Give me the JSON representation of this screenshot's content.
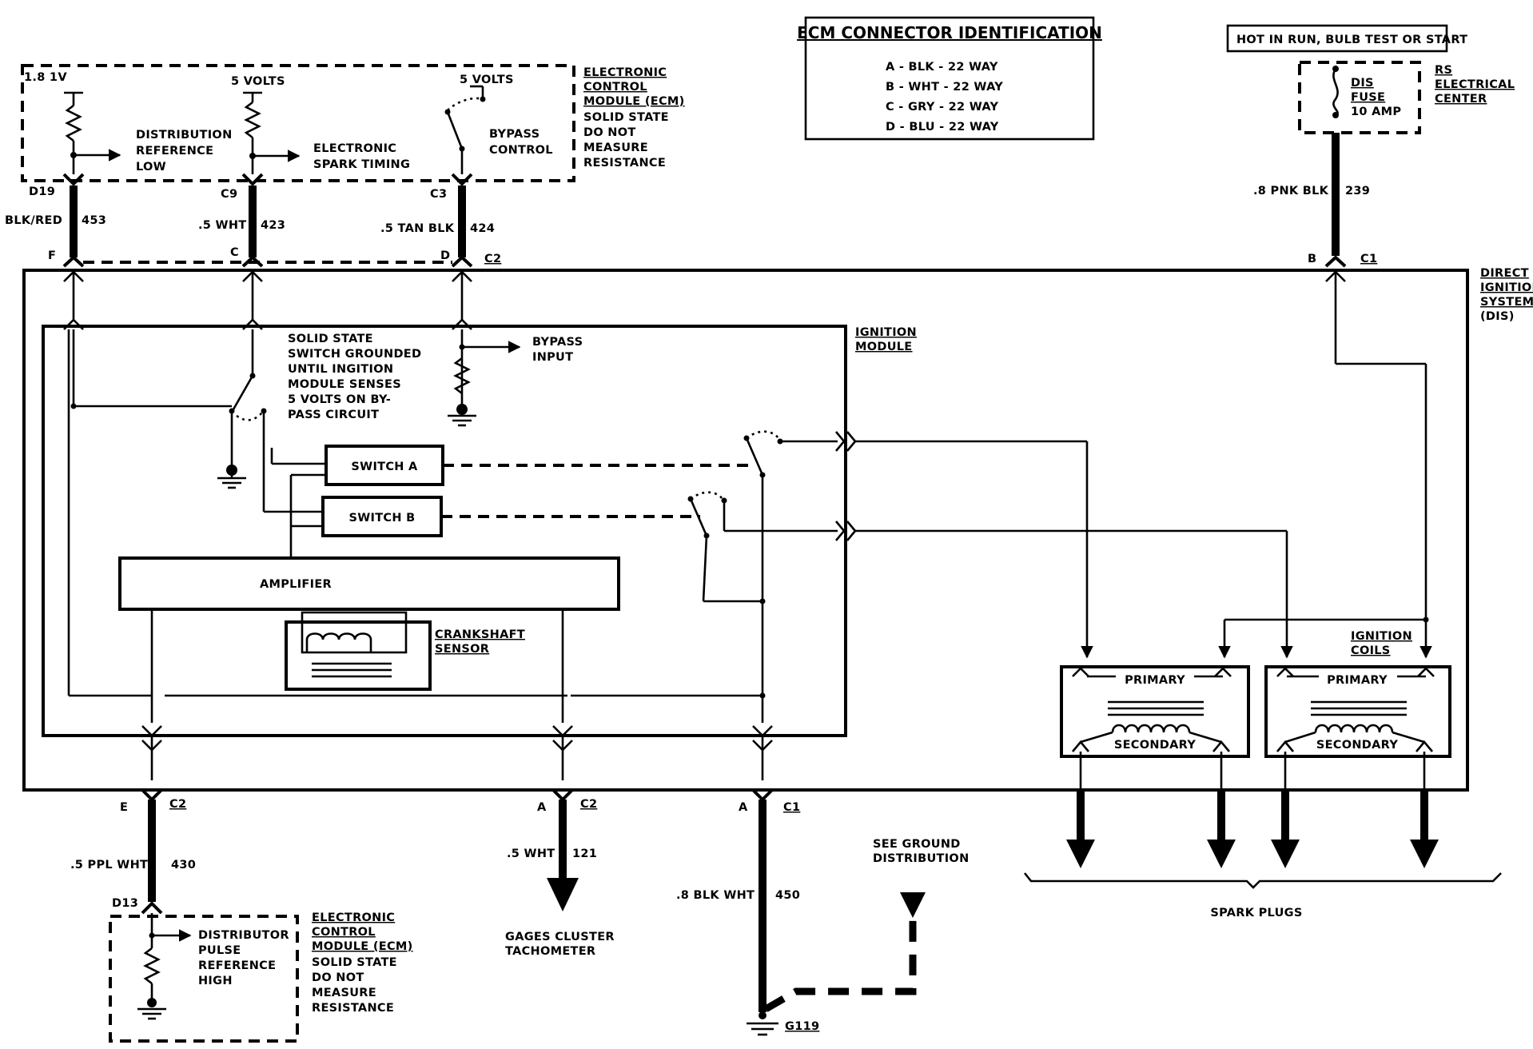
{
  "ecm_connector_id": {
    "title": "ECM CONNECTOR IDENTIFICATION",
    "entries": [
      "A - BLK - 22 WAY",
      "B - WHT - 22 WAY",
      "C - GRY - 22 WAY",
      "D - BLU - 22 WAY"
    ]
  },
  "hot_label": "HOT IN RUN, BULB TEST OR START",
  "fuse": {
    "lines": [
      "DIS",
      "FUSE",
      "10 AMP"
    ]
  },
  "rs_center": [
    "RS",
    "ELECTRICAL",
    "CENTER"
  ],
  "ecm_top": {
    "voltages": [
      "1.8 1V",
      "5 VOLTS",
      "5 VOLTS"
    ],
    "dist_ref_low": [
      "DISTRIBUTION",
      "REFERENCE",
      "LOW"
    ],
    "est": [
      "ELECTRONIC",
      "SPARK TIMING"
    ],
    "bypass_control": [
      "BYPASS",
      "CONTROL"
    ],
    "label": [
      "ELECTRONIC",
      "CONTROL",
      "MODULE (ECM)",
      "SOLID STATE",
      "DO NOT",
      "MEASURE",
      "RESISTANCE"
    ]
  },
  "pins_top": {
    "d19": "D19",
    "c9": "C9",
    "c3": "C3",
    "f": "F",
    "c": "C",
    "d": "D",
    "c2": "C2",
    "b": "B",
    "c1": "C1"
  },
  "wires_top": {
    "w453": {
      "color": "BLK/RED",
      "num": "453"
    },
    "w423": {
      "color": ".5 WHT",
      "num": "423"
    },
    "w424": {
      "color": ".5 TAN BLK",
      "num": "424"
    },
    "w239": {
      "color": ".8 PNK BLK",
      "num": "239"
    }
  },
  "dis_label": [
    "DIRECT",
    "IGNITION",
    "SYSTEM",
    "(DIS)"
  ],
  "ignition_module": [
    "IGNITION",
    "MODULE"
  ],
  "bypass_input": [
    "BYPASS",
    "INPUT"
  ],
  "solid_state_note": [
    "SOLID STATE",
    "SWITCH GROUNDED",
    "UNTIL INGITION",
    "MODULE SENSES",
    "5 VOLTS ON BY-",
    "PASS CIRCUIT"
  ],
  "switch_a": "SWITCH A",
  "switch_b": "SWITCH B",
  "amplifier": "AMPLIFIER",
  "crankshaft": [
    "CRANKSHAFT",
    "SENSOR"
  ],
  "ignition_coils": [
    "IGNITION",
    "COILS"
  ],
  "coil1": {
    "primary": "PRIMARY",
    "secondary": "SECONDARY"
  },
  "coil2": {
    "primary": "PRIMARY",
    "secondary": "SECONDARY"
  },
  "spark_plugs": "SPARK PLUGS",
  "pins_bottom": {
    "e": "E",
    "c2a": "C2",
    "a1": "A",
    "c2b": "C2",
    "a2": "A",
    "c1": "C1",
    "d13": "D13",
    "g119": "G119"
  },
  "wires_bottom": {
    "w430": {
      "color": ".5 PPL WHT",
      "num": "430"
    },
    "w121": {
      "color": ".5 WHT",
      "num": "121"
    },
    "w450": {
      "color": ".8 BLK WHT",
      "num": "450"
    }
  },
  "gages": [
    "GAGES CLUSTER",
    "TACHOMETER"
  ],
  "see_ground": [
    "SEE GROUND",
    "DISTRIBUTION"
  ],
  "ecm_bottom": {
    "dist_pulse": [
      "DISTRIBUTOR",
      "PULSE",
      "REFERENCE",
      "HIGH"
    ],
    "label": [
      "ELECTRONIC",
      "CONTROL",
      "MODULE (ECM)",
      "SOLID STATE",
      "DO NOT",
      "MEASURE",
      "RESISTANCE"
    ]
  }
}
